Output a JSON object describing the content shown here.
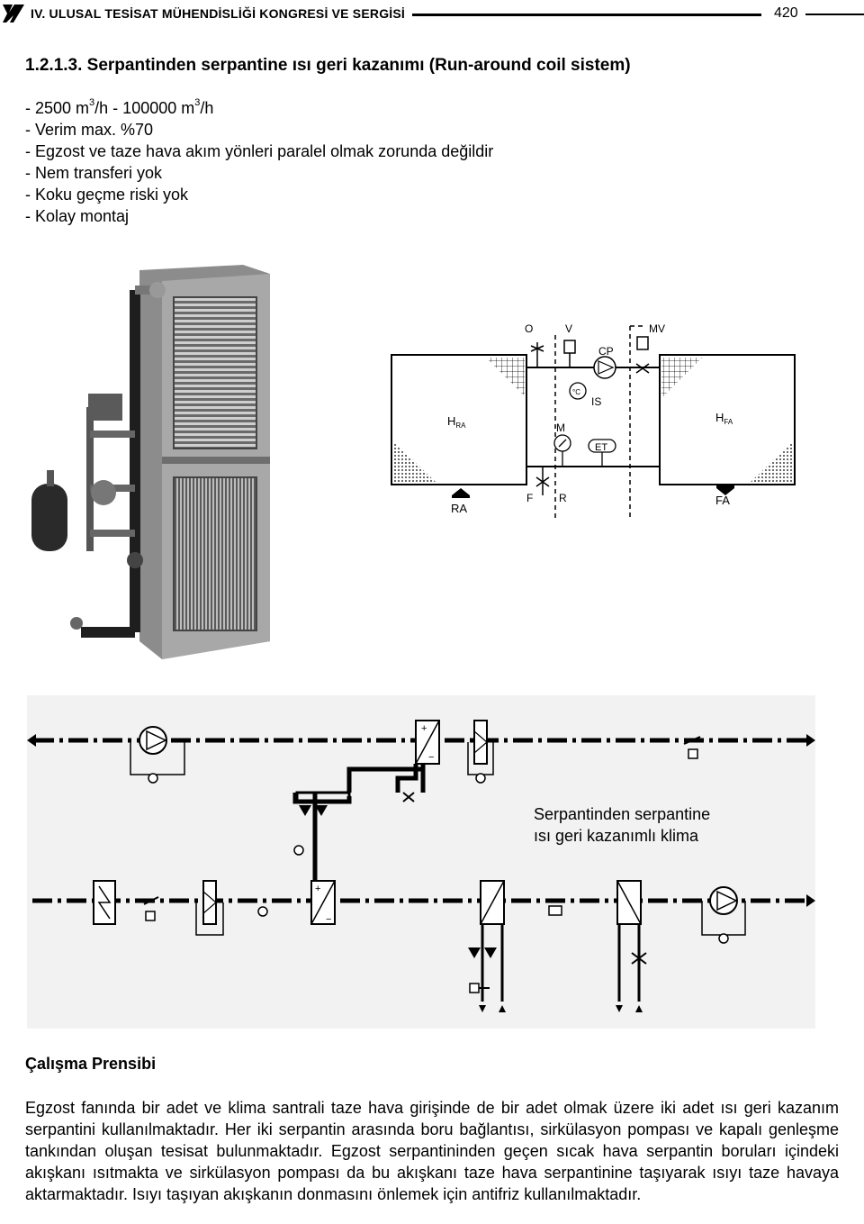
{
  "header": {
    "title": "IV. ULUSAL TESİSAT MÜHENDİSLİĞİ KONGRESİ VE SERGİSİ",
    "page_number": "420"
  },
  "section": {
    "title": "1.2.1.3. Serpantinden serpantine ısı geri kazanımı (Run-around coil sistem)",
    "bullet_capacity": {
      "a": "- 2500 m",
      "b": "/h  -  100000 m",
      "c": "/h",
      "sup": "3"
    },
    "bullets": [
      "- Verim max. %70",
      "- Egzost ve taze hava akım yönleri paralel olmak zorunda değildir",
      "- Nem transferi yok",
      "- Koku geçme riski yok",
      "- Kolay montaj"
    ]
  },
  "schematic_labels": {
    "o": "O",
    "v": "V",
    "mv": "MV",
    "cp": "CP",
    "tc": "°C",
    "is": "IS",
    "m": "M",
    "et": "ET",
    "f": "F",
    "r": "R",
    "hra": "H",
    "hra_sub": "RA",
    "hfa": "H",
    "hfa_sub": "FA",
    "ra": "RA",
    "fa": "FA"
  },
  "diagram_caption": [
    "Serpantinden serpantine",
    "ısı geri kazanımlı klima"
  ],
  "principle": {
    "heading": "Çalışma Prensibi",
    "text": "Egzost fanında bir adet ve klima santrali taze hava girişinde de bir adet olmak üzere iki adet ısı geri kazanım serpantini kullanılmaktadır. Her iki serpantin arasında boru bağlantısı, sirkülasyon pompası ve kapalı genleşme tankından oluşan tesisat bulunmaktadır. Egzost serpantininden geçen sıcak hava serpantin boruları içindeki akışkanı ısıtmakta ve sirkülasyon pompası da bu akışkanı taze hava serpantinine taşıyarak ısıyı taze havaya aktarmaktadır. Isıyı taşıyan akışkanın donmasını önlemek için antifriz kullanılmaktadır."
  },
  "colors": {
    "text": "#000000",
    "diagram_bg": "#f2f2f2"
  }
}
